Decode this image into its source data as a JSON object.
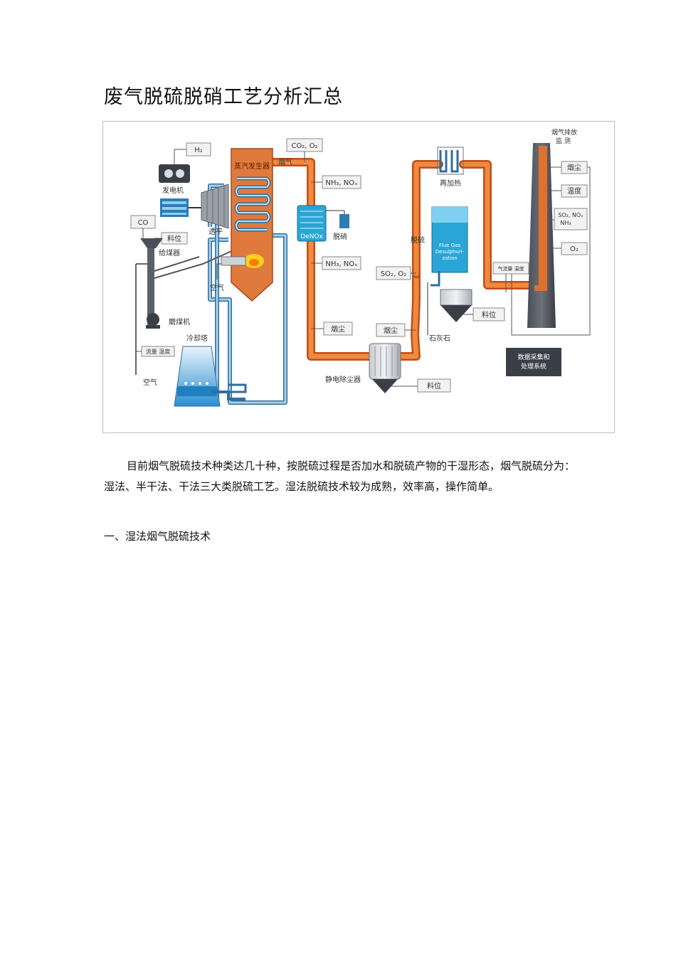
{
  "document": {
    "title": "废气脱硫脱硝工艺分析汇总",
    "paragraph": "目前烟气脱硫技术种类达几十种，按脱硫过程是否加水和脱硫产物的干湿形态，烟气脱硫分为：湿法、半干法、干法三大类脱硫工艺。湿法脱硫技术较为成熟，效率高，操作简单。",
    "section_heading": "一、湿法烟气脱硫技术"
  },
  "diagram": {
    "h2": "H₂",
    "generator": "发电机",
    "co": "CO",
    "bin_level": "料位",
    "feeder": "给煤器",
    "turbine": "透平",
    "air_in": "空气",
    "mill": "磨煤机",
    "flow_temp": "流量 温度",
    "air": "空气",
    "boiler": "蒸汽发生器",
    "flue_gas": "烟气",
    "co2_o2": "CO₂, O₂",
    "nh3_nox_1": "NH₃, NOₓ",
    "denox": "DeNOx",
    "denitration": "脱硝",
    "nh3_nox_2": "NH₃, NOₓ",
    "dust_1": "烟尘",
    "cooling_tower": "冷却塔",
    "esp": "静电除尘器",
    "esp_level": "料位",
    "dust_2": "烟尘",
    "so2_o2": "SO₂, O₂",
    "reheat": "再加热",
    "desulfurization": "脱硫",
    "fgd": "Flue Gas Desulphuri-zation",
    "limestone": "石灰石",
    "fgd_level": "料位",
    "gas_flow_temp": "气流量 温度",
    "stack_monitor": "烟气排放监测",
    "stack_dust": "烟尘",
    "stack_temp": "温度",
    "stack_so2": "SO₂, NOₓ NH₃",
    "stack_o2": "O₂",
    "daq": "数据采集和处理系统"
  },
  "colors": {
    "flue_pipe": "#e0702a",
    "water_pipe": "#7fb2d8",
    "boiler_fill": "#e07a3c",
    "fgd_fill": "#2aa6d6",
    "dark": "#3a3f47"
  }
}
